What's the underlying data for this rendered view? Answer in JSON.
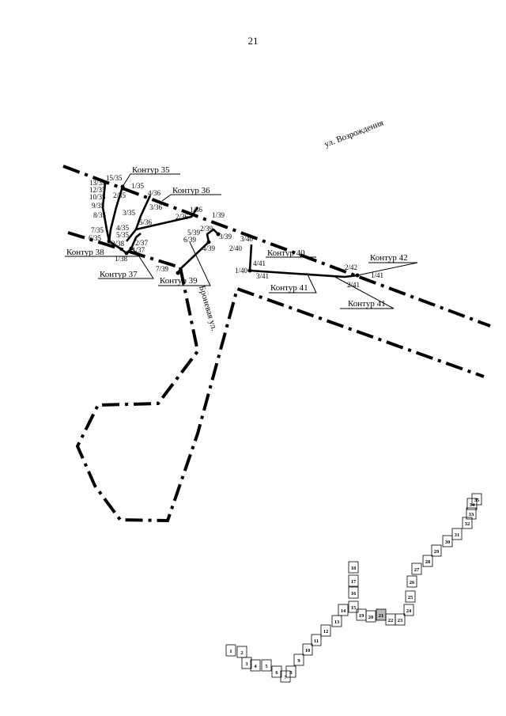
{
  "page_number": "21",
  "streets": {
    "vozrozhdeniya": "ул. Возрождения",
    "bronevaya": "Броневая ул."
  },
  "contours": {
    "c35": "Контур 35",
    "c36": "Контур 36",
    "c37": "Контур 37",
    "c38": "Контур 38",
    "c39": "Контур 39",
    "c40": "Контур 40",
    "c41a": "Контур 41",
    "c41b": "Контур 41",
    "c42": "Контур 42"
  },
  "points": {
    "p15_35": "15/35",
    "p1_35": "1/35",
    "p13_35": "13/35",
    "p12_35": "12/35",
    "p10_35": "10/35",
    "p2_35": "2/35",
    "p9_35": "9/35",
    "p8_35": "8/35",
    "p3_35": "3/35",
    "p7_35": "7/35",
    "p4_35": "4/35",
    "p6_35": "6/35",
    "p5_35": "5/35",
    "p4_36": "4/36",
    "p3_36": "3/36",
    "p1_36": "1/36",
    "p2_36": "2/36",
    "p5_36": "5/36",
    "p1_39": "1/39",
    "p2_39": "2/39",
    "p3_39": "3/39",
    "p5_39": "5/39",
    "p6_39": "6/39",
    "p4_39": "4/39",
    "p7_39": "7/39",
    "p2_38": "2/38",
    "p2_37": "2/37",
    "p1_37": "1/37",
    "p1_38": "1/38",
    "p3_40": "3/40",
    "p2_40": "2/40",
    "p4_41": "4/41",
    "p1_40": "1/40",
    "p3_41": "3/41",
    "p2_42": "2/42",
    "p2_41": "2/41",
    "p1_41": "1/41"
  },
  "index_map": {
    "sheets": [
      "1",
      "2",
      "3",
      "4",
      "5",
      "6",
      "7",
      "8",
      "9",
      "10",
      "11",
      "12",
      "13",
      "14",
      "15",
      "16",
      "17",
      "18",
      "19",
      "20",
      "21",
      "22",
      "23",
      "24",
      "25",
      "26",
      "27",
      "28",
      "29",
      "30",
      "31",
      "32",
      "33",
      "34",
      "35"
    ]
  }
}
